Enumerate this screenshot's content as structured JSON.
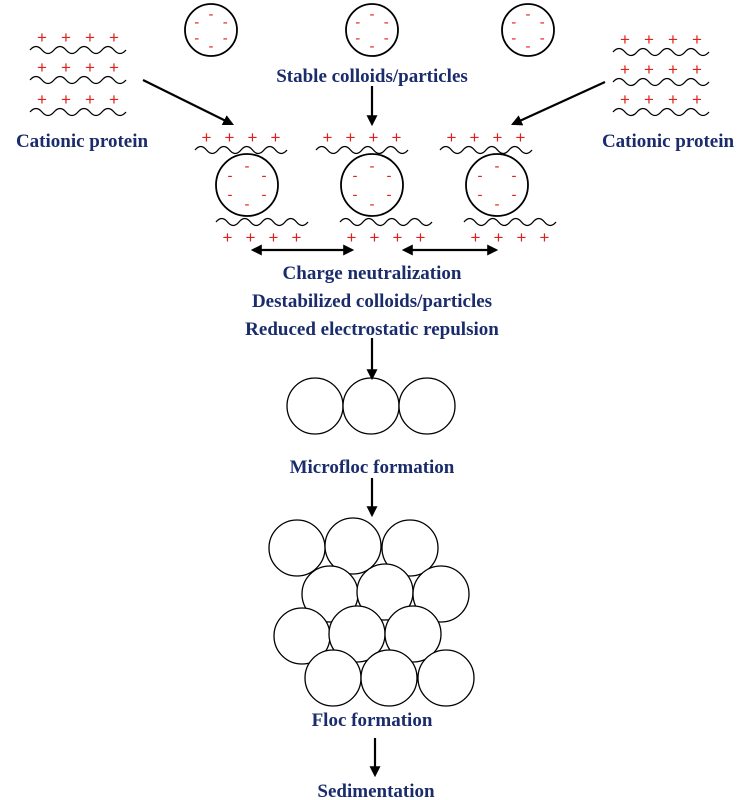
{
  "labels": {
    "stable_colloids": "Stable colloids/particles",
    "cationic_protein_left": "Cationic protein",
    "cationic_protein_right": "Cationic protein",
    "charge_neutralization": "Charge neutralization",
    "destabilized_colloids": "Destabilized colloids/particles",
    "reduced_repulsion": "Reduced electrostatic repulsion",
    "microfloc_formation": "Microfloc formation",
    "floc_formation": "Floc formation",
    "sedimentation": "Sedimentation"
  },
  "symbols": {
    "positive_charge": "+",
    "negative_charge": "-"
  },
  "colors": {
    "label": "#1a2c6b",
    "charge": "#e0201b",
    "line": "#000000"
  }
}
